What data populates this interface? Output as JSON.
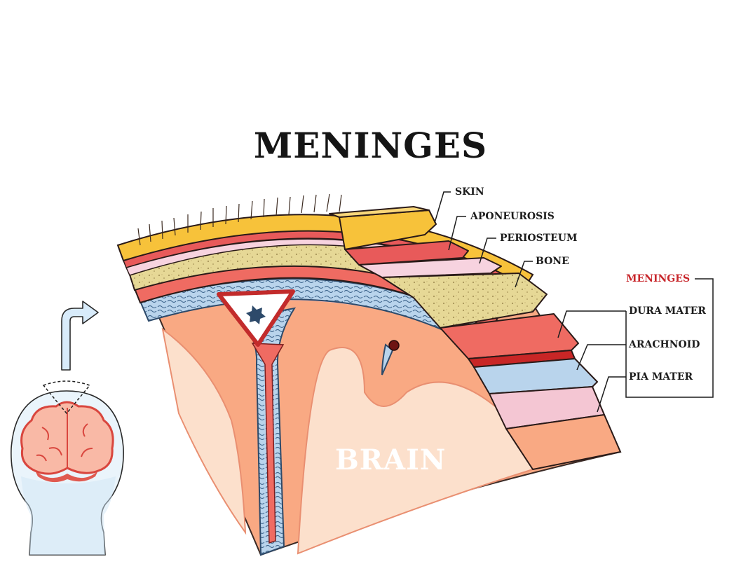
{
  "title": "MENINGES",
  "labels": {
    "skin": "SKIN",
    "aponeurosis": "APONEUROSIS",
    "periosteum": "PERIOSTEUM",
    "bone": "BONE",
    "meninges_group": "MENINGES",
    "dura_mater": "DURA MATER",
    "arachnoid": "ARACHNOID",
    "pia_mater": "PIA MATER"
  },
  "brain_label": "BRAIN",
  "colors": {
    "skin": "#f7c23a",
    "aponeurosis": "#e85a5a",
    "periosteum": "#f7d3df",
    "bone": "#e8dc97",
    "dura_mater": "#ef6b62",
    "arachnoid": "#b7d2ea",
    "pia_mater": "#f4c6d3",
    "brain_tissue": "#f9a983",
    "brain_core": "#fce0cc",
    "meninges_accent": "#c8262b"
  }
}
